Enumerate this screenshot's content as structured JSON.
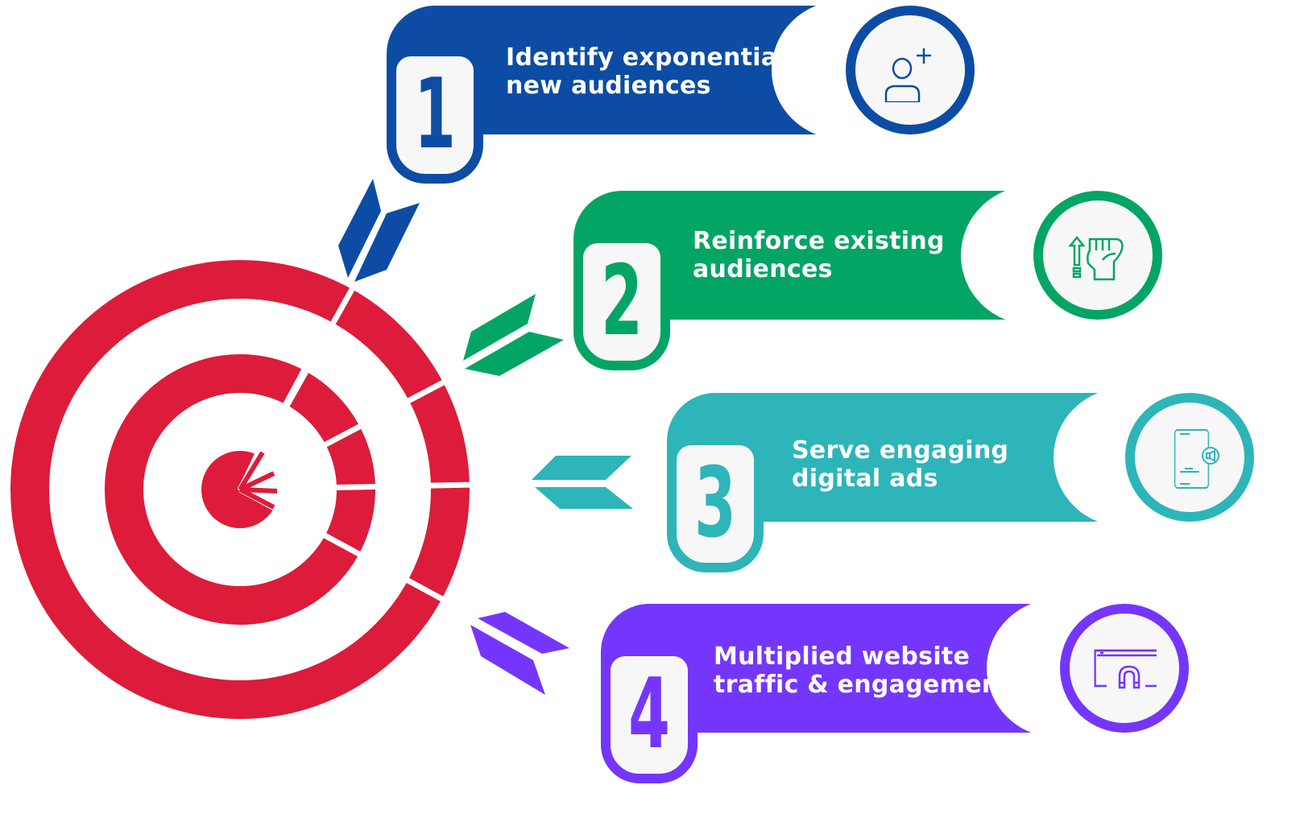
{
  "colors": {
    "target": "#dc1c3a",
    "step1": "#0c4ca4",
    "step2": "#03a564",
    "step3": "#2db5b9",
    "step4": "#7436fc"
  },
  "steps": [
    {
      "number": "1",
      "title_line1": "Identify exponential",
      "title_line2": "new audiences",
      "icon": "add-user-icon"
    },
    {
      "number": "2",
      "title_line1": "Reinforce existing",
      "title_line2": "audiences",
      "icon": "raised-fist-arrow-up-icon"
    },
    {
      "number": "3",
      "title_line1": "Serve engaging",
      "title_line2": "digital ads",
      "icon": "phone-megaphone-icon"
    },
    {
      "number": "4",
      "title_line1": "Multiplied website",
      "title_line2": "traffic & engagement",
      "icon": "browser-magnet-icon"
    }
  ]
}
